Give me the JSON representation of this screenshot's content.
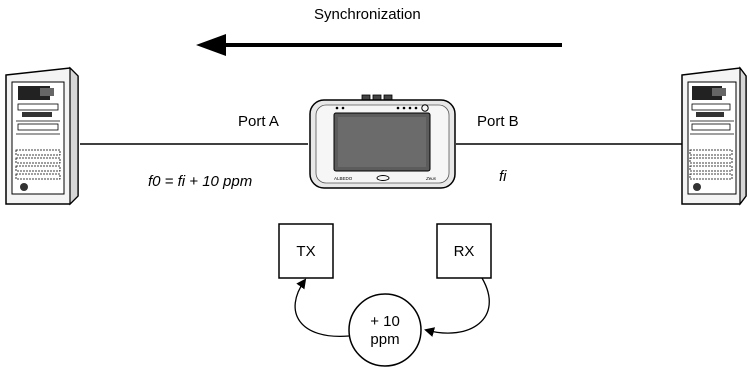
{
  "diagram": {
    "sync_label": "Synchronization",
    "port_a_label": "Port A",
    "port_b_label": "Port B",
    "formula_left": "f0 = fi + 10 ppm",
    "formula_right": "fi",
    "tx_label": "TX",
    "rx_label": "RX",
    "ppm_value": "+ 10",
    "ppm_unit": "ppm",
    "device_brand": "ALBEDO",
    "device_model": "Zeus"
  }
}
